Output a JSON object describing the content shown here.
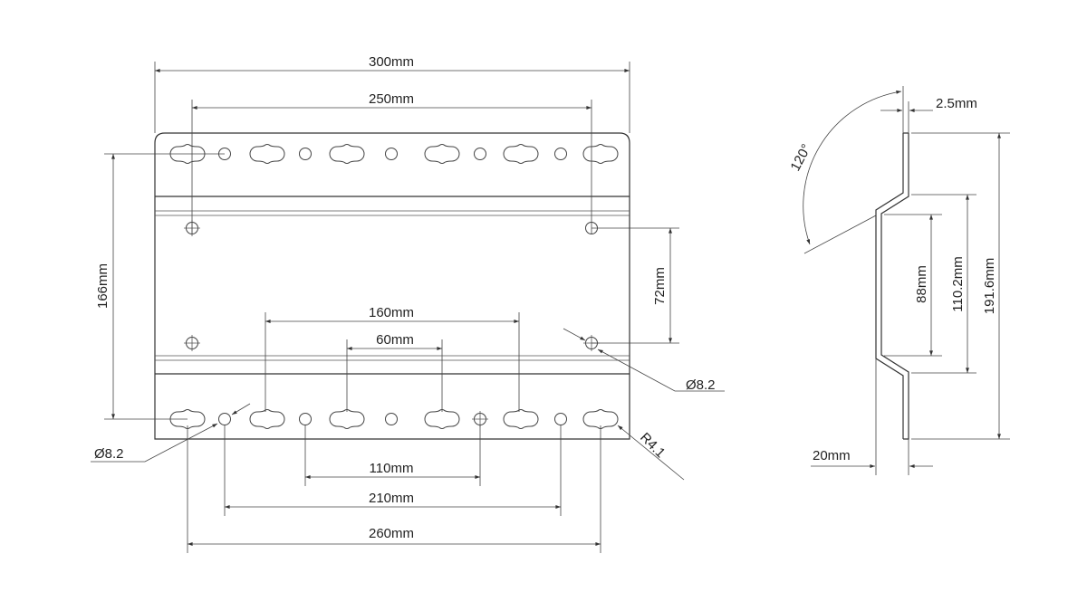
{
  "front_view": {
    "dims": {
      "overall_width": "300mm",
      "mount_hole_spacing": "250mm",
      "row_spacing": "166mm",
      "mount_hole_vertical": "72mm",
      "slot_span_160": "160mm",
      "slot_span_60": "60mm",
      "hole_span_110": "110mm",
      "hole_span_210": "210mm",
      "slot_span_260": "260mm",
      "hole_dia_right": "Ø8.2",
      "hole_dia_left": "Ø8.2",
      "slot_radius": "R4.1"
    }
  },
  "side_view": {
    "dims": {
      "angle": "120°",
      "thickness": "2.5mm",
      "overall_height": "191.6mm",
      "bend_outer": "110.2mm",
      "bend_inner": "88mm",
      "offset": "20mm"
    }
  }
}
